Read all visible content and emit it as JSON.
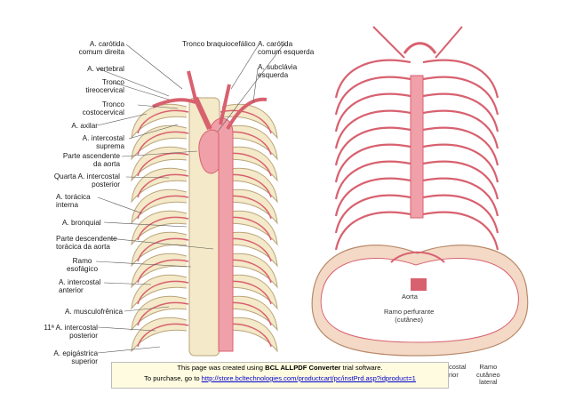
{
  "left_figure": {
    "labels_left": [
      "A. carótida\ncomum direita",
      "A. vertebral",
      "Tronco\ntireocervical",
      "Tronco\ncostocervical",
      "A. axilar",
      "A. intercostal\nsuprema",
      "Parte ascendente\nda aorta",
      "Quarta A. intercostal\nposterior",
      "A. torácica\ninterna",
      "A. bronquial",
      "Parte descendente\ntorácica da aorta",
      "Ramo\nesofágico",
      "A. intercostal\nanterior",
      "A. musculofrênica",
      "11ª A. intercostal\nposterior",
      "A. epigástrica\nsuperior"
    ],
    "label_top": "Tronco braquiocefálico",
    "labels_right": [
      "A. carótida\ncomum esquerda",
      "A. subclávia\nesquerda"
    ]
  },
  "right_figure": {
    "section_labels": {
      "aorta": "Aorta",
      "ramo_perfurante": "Ramo perfurante\n(cutâneo)",
      "intercostal_partial": "costal\nrior",
      "ramo_cutaneo": "Ramo\ncutâneo\nlateral"
    }
  },
  "banner": {
    "line1_prefix": "This page was created using ",
    "line1_brand": "BCL ALLPDF Converter",
    "line1_suffix": " trial software.",
    "line2_prefix": "To purchase, go to ",
    "line2_link": "http://store.bcltechnologies.com/productcart/pc/instPrd.asp?idproduct=1"
  },
  "colors": {
    "artery": "#f0a0a8",
    "artery_dark": "#d8616f",
    "bone": "#f4e9c8",
    "bone_outline": "#b9a57a",
    "background": "#ffffff"
  }
}
